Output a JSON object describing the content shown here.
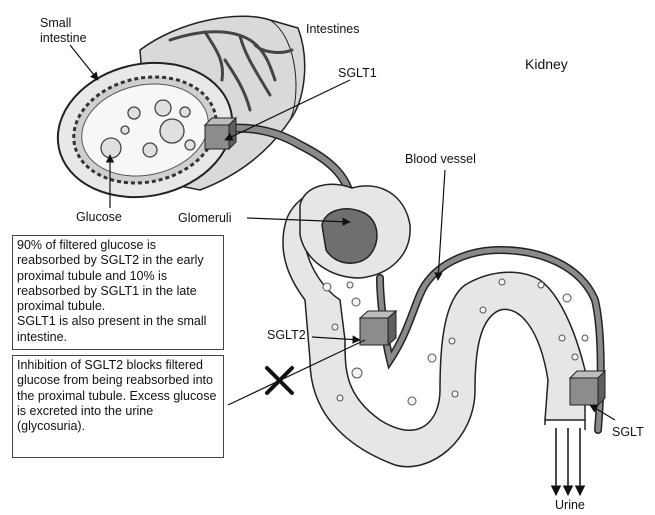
{
  "labels": {
    "small_intestine": "Small\nintestine",
    "intestines": "Intestines",
    "kidney": "Kidney",
    "sglt1": "SGLT1",
    "blood_vessel": "Blood vessel",
    "glucose": "Glucose",
    "glomeruli": "Glomeruli",
    "sglt2": "SGLT2",
    "sglt": "SGLT",
    "urine": "Urine"
  },
  "notes": {
    "reabsorption": "90% of filtered glucose is reabsorbed by SGLT2 in the early proximal tubule and 10% is reabsorbed by SGLT1 in the late proximal tubule.\nSGLT1 is also present in the small intestine.",
    "inhibition": "Inhibition of SGLT2 blocks filtered glucose from being reabsorbed into the proximal tubule. Excess glucose\nis excreted into the urine (glycosuria)."
  },
  "colors": {
    "vessel": "#7a7a7a",
    "tissue": "#e6e6e6",
    "transporter": "#8c8c8c",
    "outline": "#222222"
  }
}
